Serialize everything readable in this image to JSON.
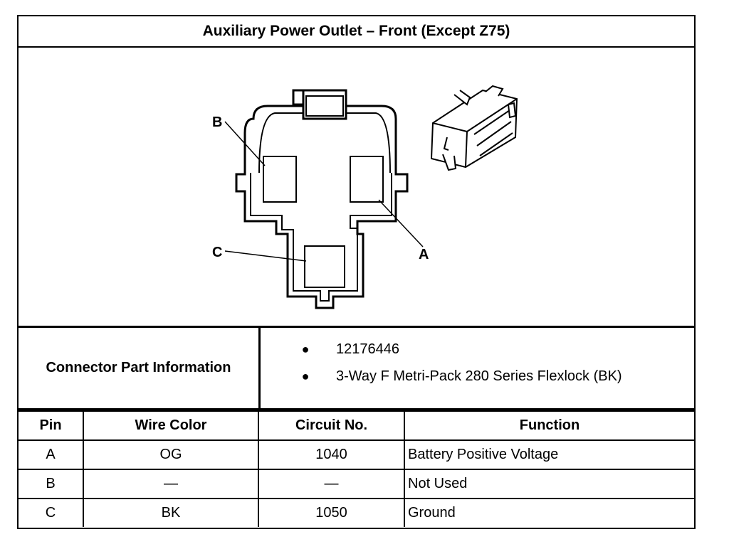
{
  "title": "Auxiliary Power Outlet – Front (Except Z75)",
  "diagram": {
    "pin_labels": [
      "B",
      "C",
      "A"
    ]
  },
  "connector_info": {
    "label": "Connector Part Information",
    "items": [
      "12176446",
      "3-Way F Metri-Pack 280 Series Flexlock (BK)"
    ],
    "bullet": "●"
  },
  "table": {
    "headers": [
      "Pin",
      "Wire Color",
      "Circuit No.",
      "Function"
    ],
    "rows": [
      [
        "A",
        "OG",
        "1040",
        "Battery Positive Voltage"
      ],
      [
        "B",
        "—",
        "—",
        "Not Used"
      ],
      [
        "C",
        "BK",
        "1050",
        "Ground"
      ]
    ]
  }
}
